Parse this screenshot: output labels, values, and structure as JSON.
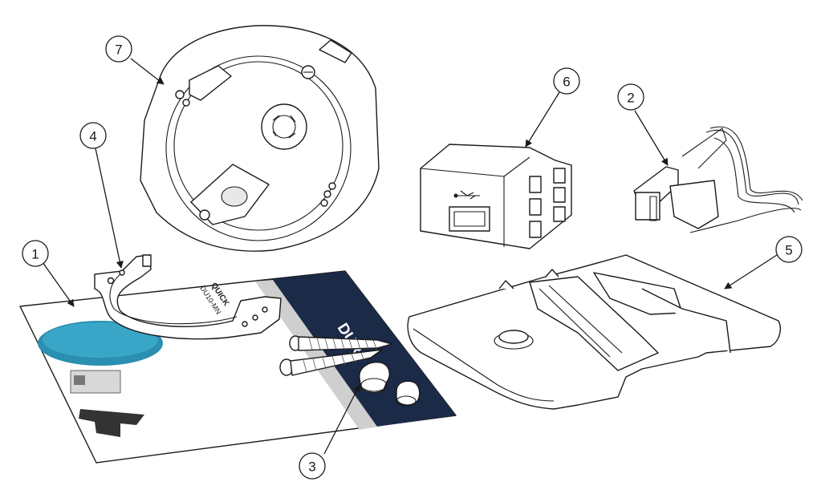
{
  "callouts": {
    "c1": "1",
    "c2": "2",
    "c3": "3",
    "c4": "4",
    "c5": "5",
    "c6": "6",
    "c7": "7"
  },
  "guide": {
    "brand_text": "DUR",
    "cover_text": "QUICK",
    "cover_sub": "DU10-MN"
  },
  "colors": {
    "line": "#1a1a1a",
    "guide_dark": "#1b2a47",
    "guide_blue": "#2a8fb0",
    "guide_gray": "#c9c9c9"
  }
}
